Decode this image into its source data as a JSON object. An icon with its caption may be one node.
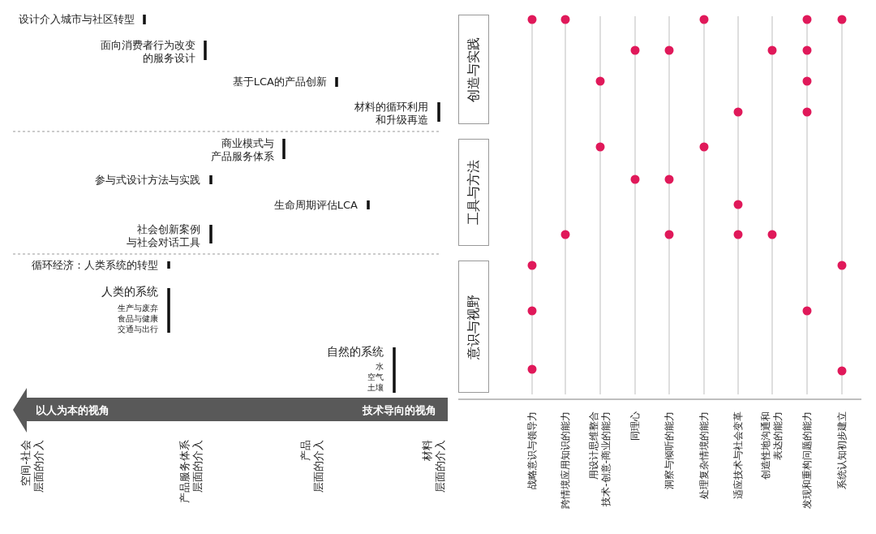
{
  "diagram": {
    "nodes": [
      {
        "text": [
          "创造与实践"
        ]
      },
      {
        "text": [
          "工具与方法"
        ]
      },
      {
        "text": [
          "意识与视野"
        ]
      },
      {
        "text": [
          "以人为本的视角",
          "技术导向的视角"
        ]
      }
    ],
    "labels": [
      "设计介入城市与社区转型",
      "面向消费者行为改变的服务设计",
      "基于LCA的产品创新",
      "材料的循环利用和升级再造",
      "商业模式与产品服务体系",
      "参与式设计方法与实践",
      "生命周期评估LCA",
      "社会创新案例与社会对话工具",
      "循环经济：人类系统的转型",
      "人类的系统",
      "生产与废弃",
      "食品与健康",
      "交通与出行",
      "自然的系统",
      "水",
      "空气",
      "土壤",
      "空间-社会层面的介入",
      "产品服务体系层面的介入",
      "产品层面的介入",
      "材料层面的介入",
      "战略意识与领导力",
      "跨情境应用知识的能力",
      "用设计思维整合技术-创意-商业的能力",
      "同理心",
      "洞察与倾听的能力",
      "处理复杂情境的能力",
      "适应技术与社会变革",
      "创造性地沟通和表达的能力",
      "发现和重构问题的能力",
      "系统认知初步建立"
    ]
  }
}
